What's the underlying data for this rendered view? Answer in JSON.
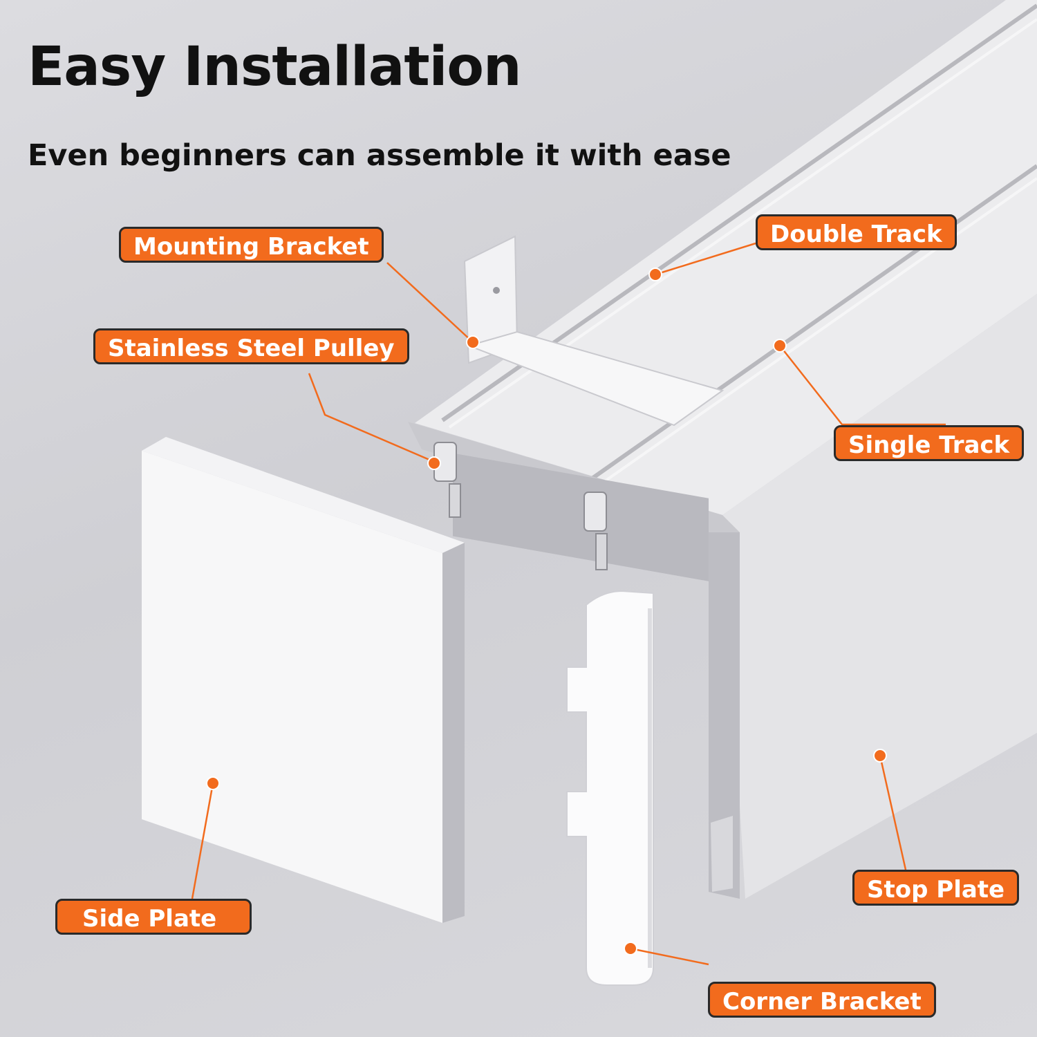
{
  "header": {
    "title": "Easy Installation",
    "subtitle": "Even beginners can assemble it with ease"
  },
  "callouts": {
    "mounting_bracket": "Mounting Bracket",
    "double_track": "Double Track",
    "stainless_steel_pulley": "Stainless Steel Pulley",
    "single_track": "Single Track",
    "side_plate": "Side Plate",
    "stop_plate": "Stop Plate",
    "corner_bracket": "Corner Bracket"
  },
  "colors": {
    "accent": "#f26b1d",
    "callout_border": "#2a2a2a",
    "text": "#111111"
  }
}
